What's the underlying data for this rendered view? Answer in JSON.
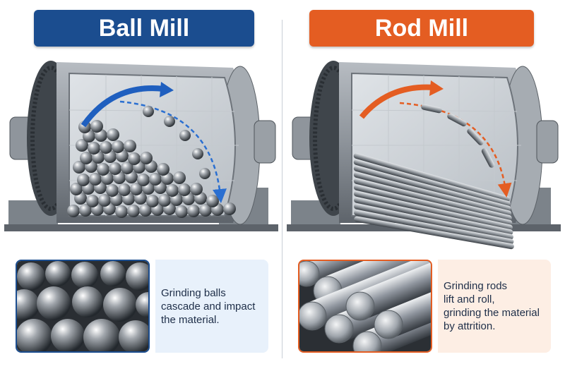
{
  "colors": {
    "ball_accent": "#1b4d8f",
    "rod_accent": "#e45d22",
    "ball_caption_bg": "#e8f1fb",
    "rod_caption_bg": "#fdeee4",
    "steel": "#8f959c"
  },
  "ball_mill": {
    "title": "Ball Mill",
    "caption": "Grinding balls\ncascade and impact\nthe material."
  },
  "rod_mill": {
    "title": "Rod Mill",
    "caption": "Grinding rods\nlift and roll,\ngrinding the material\nby attrition."
  }
}
